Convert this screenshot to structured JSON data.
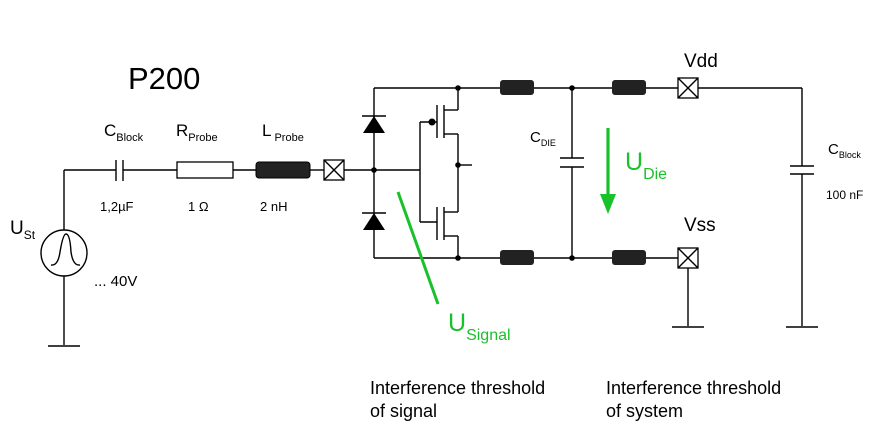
{
  "title": "P200",
  "source": {
    "label": "U",
    "sub": "St",
    "value": "... 40V"
  },
  "c_block_in": {
    "label": "C",
    "sub": "Block",
    "value": "1,2µF"
  },
  "r_probe": {
    "label": "R",
    "sub": "Probe",
    "value": "1 Ω"
  },
  "l_probe": {
    "label": "L",
    "sub": "Probe",
    "value": "2 nH"
  },
  "c_die": {
    "label": "C",
    "sub": "DIE"
  },
  "u_die": {
    "label": "U",
    "sub": "Die"
  },
  "vdd": "Vdd",
  "vss": "Vss",
  "c_block_out": {
    "label": "C",
    "sub": "Block",
    "value": "100 nF"
  },
  "u_signal": {
    "label": "U",
    "sub": "Signal"
  },
  "threshold_signal": {
    "line1": "Interference threshold",
    "line2": "of signal"
  },
  "threshold_system": {
    "line1": "Interference threshold",
    "line2": "of system"
  },
  "colors": {
    "wire": "#000000",
    "green": "#19c12b",
    "inductor": "#222222"
  }
}
